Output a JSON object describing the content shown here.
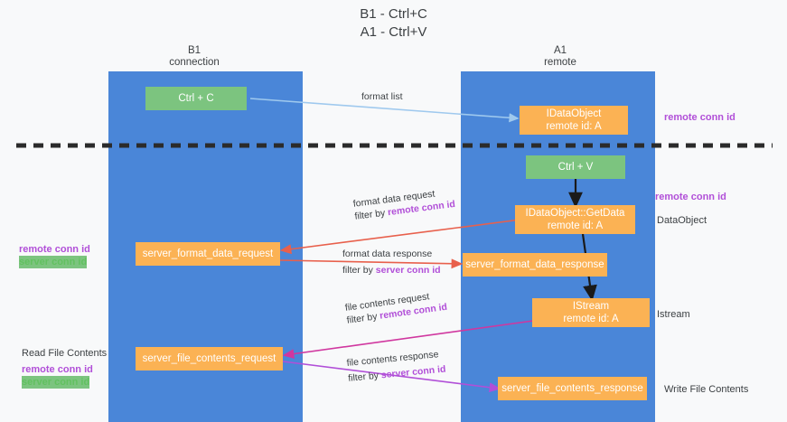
{
  "title": "B1 - Ctrl+C\nA1 - Ctrl+V",
  "lanes": [
    {
      "id": "b1",
      "header": "B1\nconnection"
    },
    {
      "id": "a1",
      "header": "A1\nremote"
    }
  ],
  "nodes": {
    "ctrl_c": {
      "l1": "Ctrl + C",
      "l2": ""
    },
    "ctrl_v": {
      "l1": "Ctrl + V",
      "l2": ""
    },
    "idataobject": {
      "l1": "IDataObject",
      "l2": "remote id: A"
    },
    "getdata": {
      "l1": "IDataObject::GetData",
      "l2": "remote id: A"
    },
    "istream": {
      "l1": "IStream",
      "l2": "remote id: A"
    },
    "server_format_data_request": {
      "l1": "server_format_data_request",
      "l2": ""
    },
    "server_format_data_response": {
      "l1": "server_format_data_response",
      "l2": ""
    },
    "server_file_contents_request": {
      "l1": "server_file_contents_request",
      "l2": ""
    },
    "server_file_contents_response": {
      "l1": "server_file_contents_response",
      "l2": ""
    }
  },
  "edges": {
    "format_list": {
      "line1": "format list",
      "line2": "",
      "line2_hl": ""
    },
    "format_data_request": {
      "line1": "format data request",
      "line2": "filter by ",
      "line2_hl": "remote conn id"
    },
    "format_data_response": {
      "line1": "format data response",
      "line2": "filter by ",
      "line2_hl": "server conn id"
    },
    "file_contents_request": {
      "line1": "file contents request",
      "line2": "filter by ",
      "line2_hl": "remote conn id"
    },
    "file_contents_response": {
      "line1": "file contents response",
      "line2": "filter by ",
      "line2_hl": "server conn id"
    }
  },
  "annotations": {
    "right_remote_conn_id_top": "remote conn id",
    "right_remote_conn_id_mid": "remote conn id",
    "right_dataobject": "DataObject",
    "right_istream": "Istream",
    "right_write_file_contents": "Write File Contents",
    "left_remote_conn_id_mid": "remote conn id",
    "left_server_conn_id_mid": "server conn id",
    "left_read_file_contents": "Read File Contents",
    "left_remote_conn_id_bot": "remote conn id",
    "left_server_conn_id_bot": "server conn id"
  },
  "colors": {
    "lane": "#4a86d8",
    "green_node": "#7cc47f",
    "orange_node": "#fbb254",
    "purple": "#b14fd8",
    "green_text": "#62c160",
    "divider": "#2b2b2b",
    "arrow_blue": "#9fc9ee",
    "arrow_black": "#1a1a1a",
    "arrow_red": "#e8604c",
    "arrow_magenta": "#d0379f",
    "arrow_violet": "#b14fd8",
    "background": "#f8f9fa"
  }
}
